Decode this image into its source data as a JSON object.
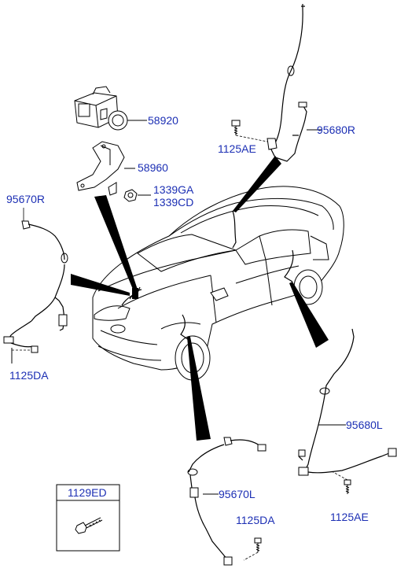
{
  "labels": {
    "abs_module": "58920",
    "bracket": "58960",
    "nut_a": "1339GA",
    "nut_b": "1339CD",
    "sensor_rr": "95680R",
    "bolt_rr": "1125AE",
    "sensor_fr": "95670R",
    "bolt_fr": "1125DA",
    "sensor_fl": "95670L",
    "bolt_fl": "1125DA",
    "sensor_rl": "95680L",
    "bolt_rl": "1125AE",
    "legend_part": "1129ED"
  },
  "colors": {
    "label": "#1c2fb4",
    "line": "#000000",
    "background": "#ffffff"
  }
}
